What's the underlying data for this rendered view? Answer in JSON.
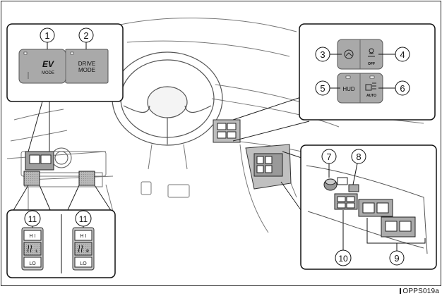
{
  "callouts": {
    "c1": "1",
    "c2": "2",
    "c3": "3",
    "c4": "4",
    "c5": "5",
    "c6": "6",
    "c7": "7",
    "c8": "8",
    "c9": "9",
    "c10": "10",
    "c11a": "11",
    "c11b": "11"
  },
  "buttons": {
    "ev_top": "EV",
    "ev_bottom": "MODE",
    "drive_top": "DRIVE",
    "drive_bottom": "MODE",
    "hud": "HUD",
    "off": "OFF",
    "auto": "AUTO"
  },
  "seat_heater": {
    "left_hi": "H I",
    "left_lo": "LO",
    "right_hi": "H I",
    "right_lo": "LO",
    "left_side": "L",
    "right_side": "R"
  },
  "reference_code": "OPPS019a",
  "colors": {
    "button_gray": "#a9a9a9",
    "panel_gray": "#c8c8c8",
    "dark": "#1a1a1a"
  }
}
